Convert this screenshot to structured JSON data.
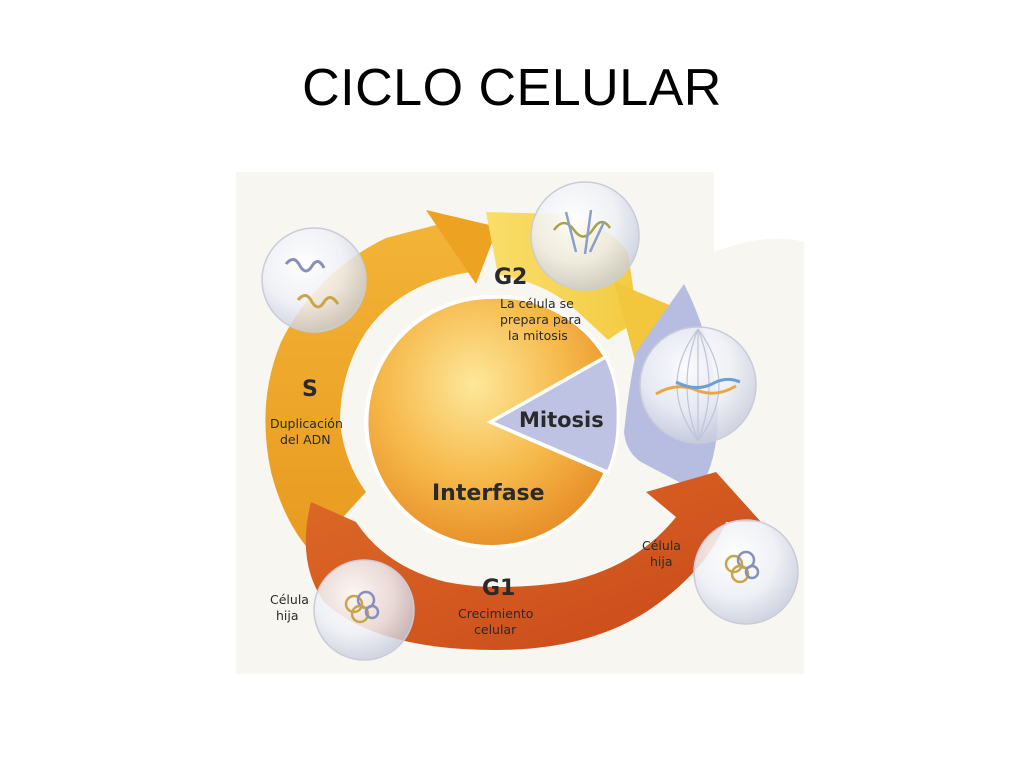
{
  "slide": {
    "title": "CICLO CELULAR"
  },
  "diagram": {
    "center": "Interfase",
    "mitosis": "Mitosis",
    "phases": {
      "g2": {
        "name": "G2",
        "desc": [
          "La célula se",
          "prepara para",
          "la mitosis"
        ]
      },
      "s": {
        "name": "S",
        "desc": [
          "Duplicación",
          "del ADN"
        ]
      },
      "g1": {
        "name": "G1",
        "desc": [
          "Crecimiento",
          "celular"
        ]
      }
    },
    "daughter_cell_left": [
      "Célula",
      "hija"
    ],
    "daughter_cell_right": [
      "Célula",
      "hija"
    ]
  },
  "colors": {
    "g2": "#f6d24a",
    "s": "#eea020",
    "g1": "#d4561e",
    "mitosis": "#b9bfe0",
    "center": "#f0a83a"
  }
}
